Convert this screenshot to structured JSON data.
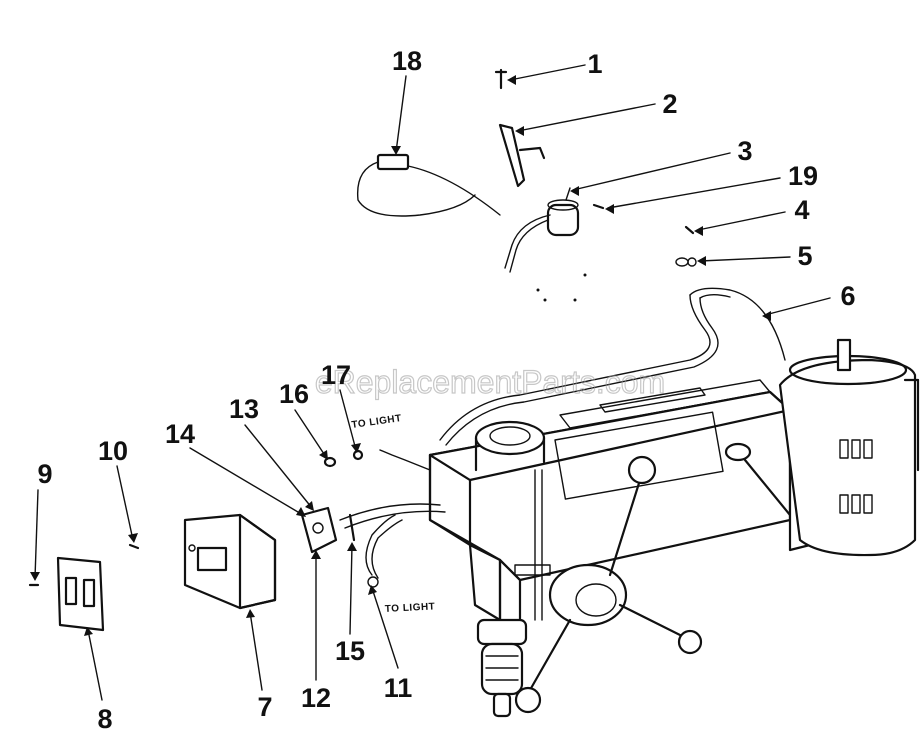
{
  "watermark": "eReplacementParts.com",
  "notes": {
    "to_light_upper": "TO LIGHT",
    "to_light_lower": "TO LIGHT"
  },
  "callouts": [
    "1",
    "2",
    "3",
    "4",
    "5",
    "6",
    "7",
    "8",
    "9",
    "10",
    "11",
    "12",
    "13",
    "14",
    "15",
    "16",
    "17",
    "18",
    "19"
  ]
}
